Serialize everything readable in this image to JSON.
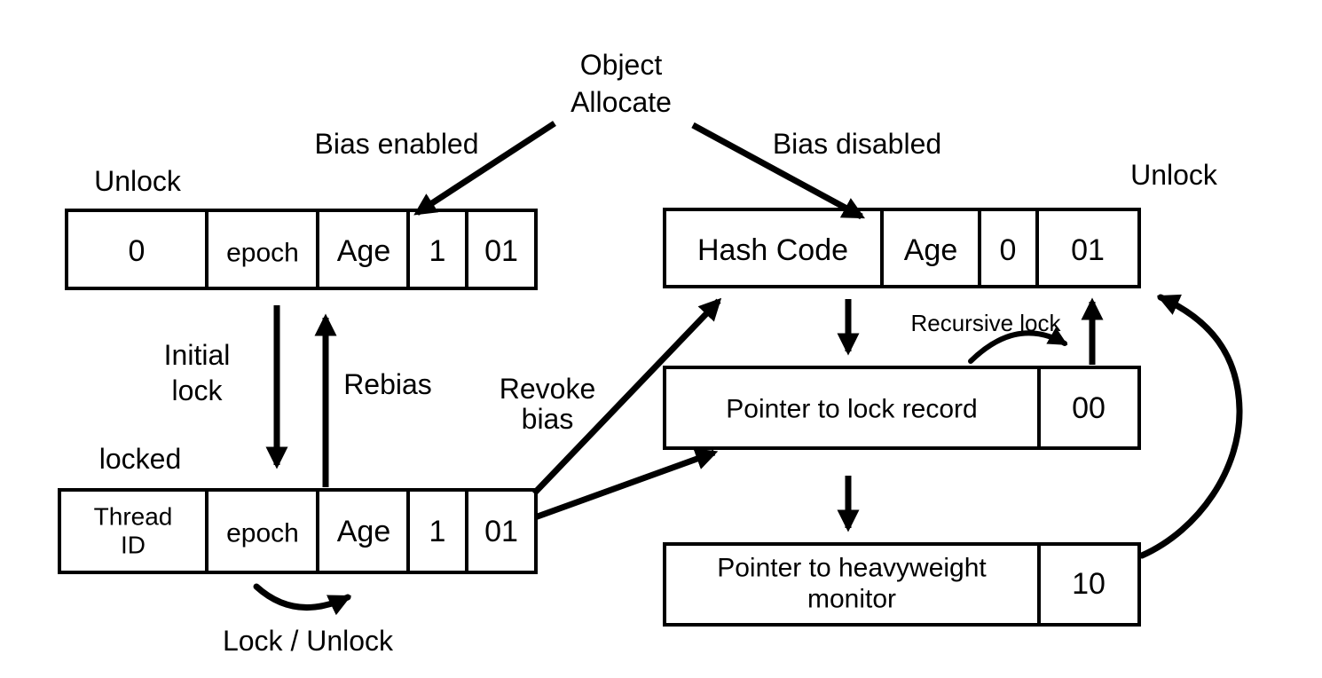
{
  "colors": {
    "ink": "#000000",
    "background": "#ffffff"
  },
  "labels": {
    "object_allocate": [
      "Object",
      "Allocate"
    ],
    "bias_enabled": "Bias enabled",
    "bias_disabled": "Bias disabled",
    "unlock_left": "Unlock",
    "unlock_right": "Unlock",
    "initial_lock": [
      "Initial",
      "lock"
    ],
    "rebias": "Rebias",
    "locked": "locked",
    "revoke_bias": [
      "Revoke",
      "bias"
    ],
    "lock_unlock": "Lock / Unlock",
    "recursive_lock": "Recursive lock"
  },
  "boxes": {
    "biased_unlock": {
      "cells": [
        "0",
        "epoch",
        "Age",
        "1",
        "01"
      ]
    },
    "biased_locked": {
      "cells": [
        [
          "Thread",
          "ID"
        ],
        "epoch",
        "Age",
        "1",
        "01"
      ]
    },
    "unbiased_unlock": {
      "cells": [
        "Hash Code",
        "Age",
        "0",
        "01"
      ]
    },
    "lightweight_locked": {
      "cells": [
        "Pointer to lock record",
        "00"
      ]
    },
    "heavyweight_locked": {
      "cells": [
        [
          "Pointer to heavyweight",
          "monitor"
        ],
        "10"
      ]
    }
  },
  "edges": [
    {
      "from": "object-allocate",
      "to": "biased-unlock-word",
      "label": "Bias enabled"
    },
    {
      "from": "object-allocate",
      "to": "unbiased-unlock-word",
      "label": "Bias disabled"
    },
    {
      "from": "biased-unlock-word",
      "to": "biased-locked-word",
      "label": "Initial lock"
    },
    {
      "from": "biased-locked-word",
      "to": "biased-unlock-word",
      "label": "Rebias"
    },
    {
      "from": "biased-locked-word",
      "to": "biased-locked-word",
      "label": "Lock / Unlock"
    },
    {
      "from": "biased-locked-word",
      "to": "unbiased-unlock-word",
      "label": "Revoke bias"
    },
    {
      "from": "biased-locked-word",
      "to": "lightweight-locked-word",
      "label": "Revoke bias"
    },
    {
      "from": "unbiased-unlock-word",
      "to": "lightweight-locked-word",
      "label": ""
    },
    {
      "from": "lightweight-locked-word",
      "to": "unbiased-unlock-word",
      "label": "Recursive lock"
    },
    {
      "from": "lightweight-locked-word",
      "to": "heavyweight-locked-word",
      "label": ""
    },
    {
      "from": "heavyweight-locked-word",
      "to": "unbiased-unlock-word",
      "label": "Unlock"
    }
  ]
}
